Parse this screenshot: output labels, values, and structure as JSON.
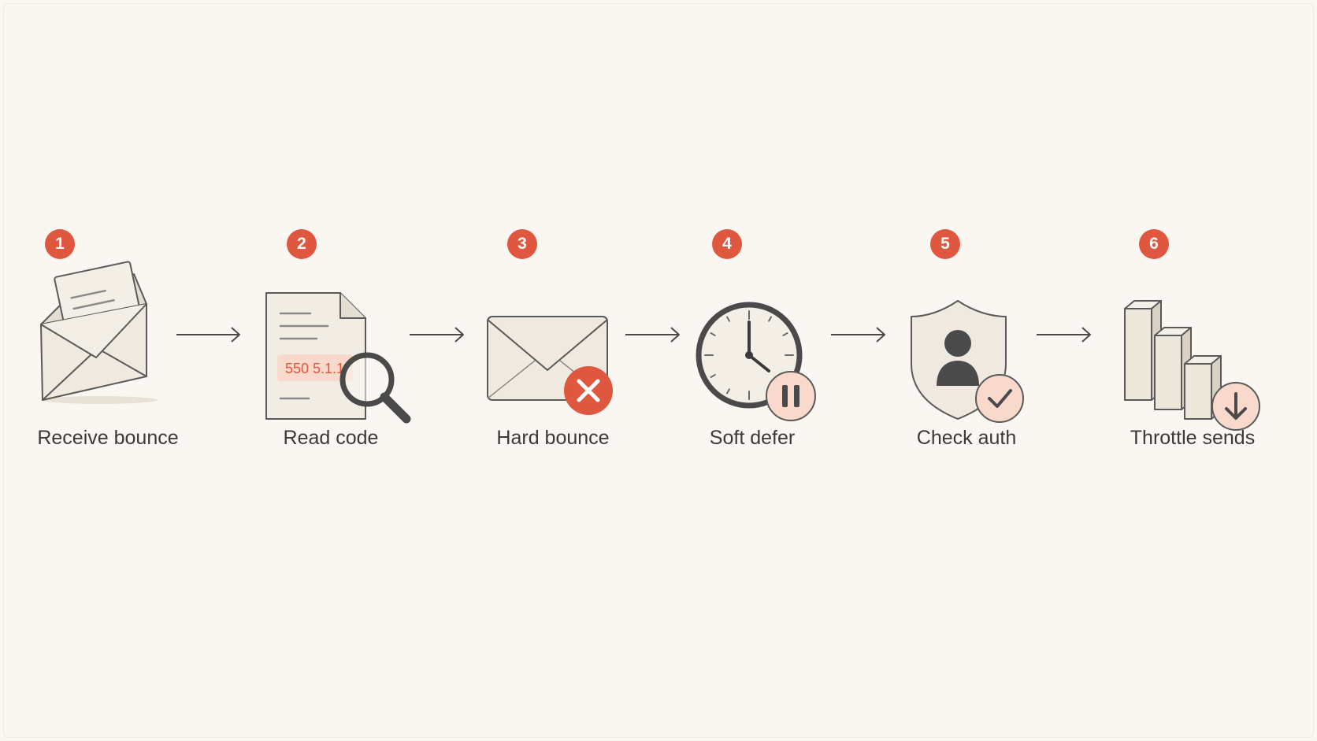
{
  "steps": [
    {
      "number": "1",
      "label": "Receive bounce",
      "icon": "open-envelope-icon"
    },
    {
      "number": "2",
      "label": "Read code",
      "icon": "document-magnifier-icon",
      "code": "550 5.1.1"
    },
    {
      "number": "3",
      "label": "Hard bounce",
      "icon": "envelope-x-icon"
    },
    {
      "number": "4",
      "label": "Soft defer",
      "icon": "clock-pause-icon"
    },
    {
      "number": "5",
      "label": "Check auth",
      "icon": "shield-user-check-icon"
    },
    {
      "number": "6",
      "label": "Throttle sends",
      "icon": "bars-down-icon"
    }
  ],
  "colors": {
    "accent": "#e0573f",
    "accent_soft": "#f8d9cb",
    "icon_fill": "#efe9df",
    "icon_stroke": "#555555",
    "label": "#3a3a3a",
    "background": "#faf7f2"
  }
}
